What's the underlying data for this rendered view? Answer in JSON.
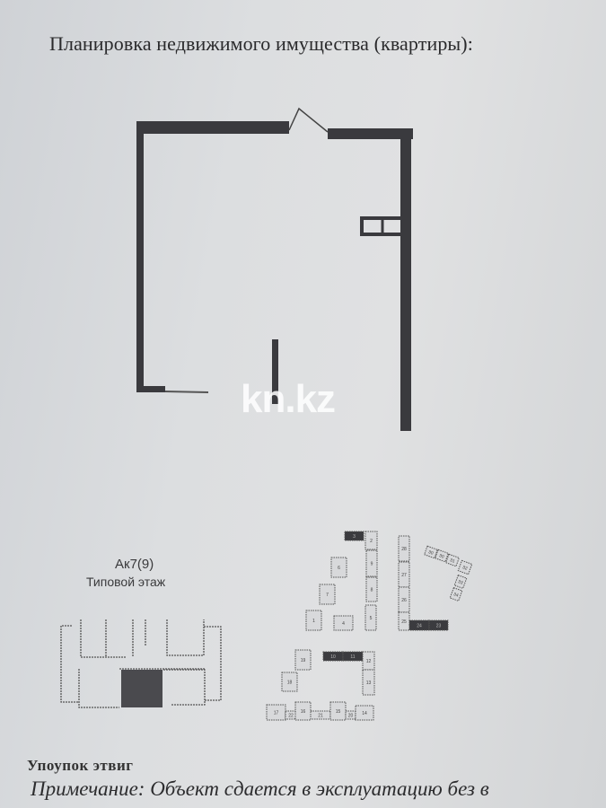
{
  "document": {
    "title": "Планировка недвижимого имущества (квартиры):",
    "watermark": "kn.kz",
    "typical_floor": {
      "name": "Ак7(9)",
      "caption": "Типовой этаж"
    },
    "site_plan_units": [
      "3",
      "2",
      "9",
      "8",
      "5",
      "6",
      "7",
      "1",
      "4",
      "28",
      "27",
      "26",
      "25",
      "24",
      "23",
      "30",
      "30",
      "31",
      "32",
      "33",
      "34",
      "19",
      "18",
      "10",
      "11",
      "12",
      "13",
      "17",
      "22",
      "16",
      "21",
      "15",
      "20",
      "14"
    ],
    "garbled_heading": "Упоупок этвиг",
    "note": "Примечание: Объект сдается в эксплуатацию без в"
  },
  "colors": {
    "paper": "#dcdee0",
    "ink": "#2a2a2c",
    "wall": "#3a3a3e",
    "dark_block": "#3b3b3f"
  }
}
